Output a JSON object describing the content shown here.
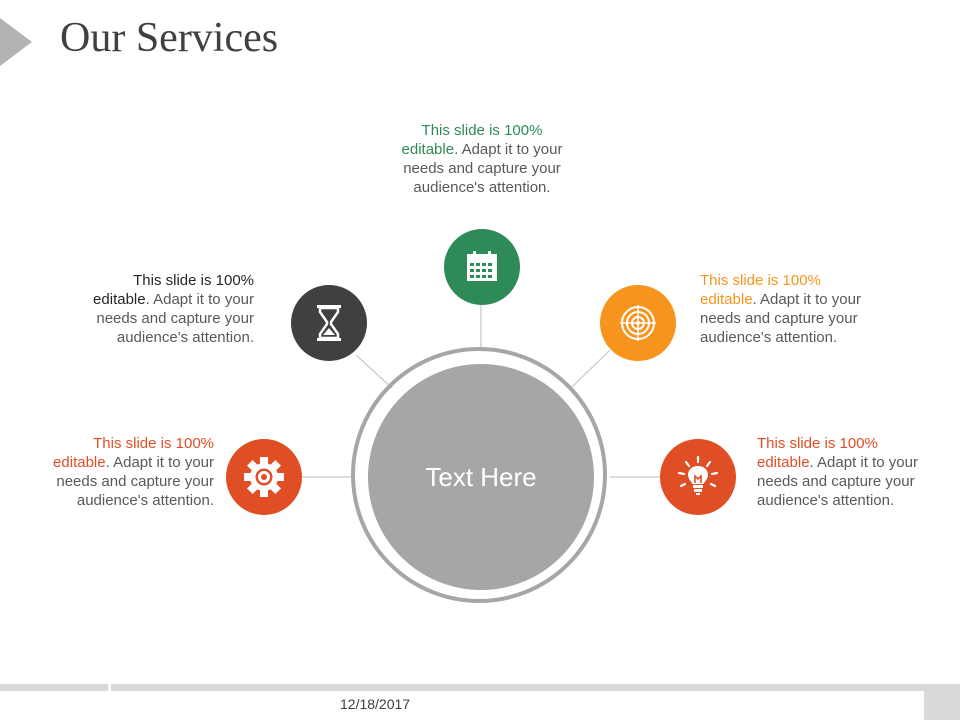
{
  "slide": {
    "title": "Our Services",
    "center_label": "Text Here",
    "date": "12/18/2017"
  },
  "items": [
    {
      "id": "calendar",
      "icon": "calendar-icon",
      "color": "#2e8b57",
      "highlight": "This slide is 100% editable",
      "rest": ". Adapt it to your needs and capture your audience's attention."
    },
    {
      "id": "hourglass",
      "icon": "hourglass-icon",
      "color": "#404040",
      "highlight": "This slide is 100% editable",
      "rest": ". Adapt it to your needs and capture your audience's attention."
    },
    {
      "id": "target",
      "icon": "target-icon",
      "color": "#f7941d",
      "highlight": "This slide is 100% editable",
      "rest": ". Adapt it to your needs and capture your audience's attention."
    },
    {
      "id": "gear",
      "icon": "gear-icon",
      "color": "#e04e25",
      "highlight": "This slide is 100% editable",
      "rest": ". Adapt it to your needs and capture your audience's attention."
    },
    {
      "id": "lightbulb",
      "icon": "lightbulb-icon",
      "color": "#e04e25",
      "highlight": "This slide is 100% editable",
      "rest": ". Adapt it to your needs and capture your audience's attention."
    }
  ]
}
